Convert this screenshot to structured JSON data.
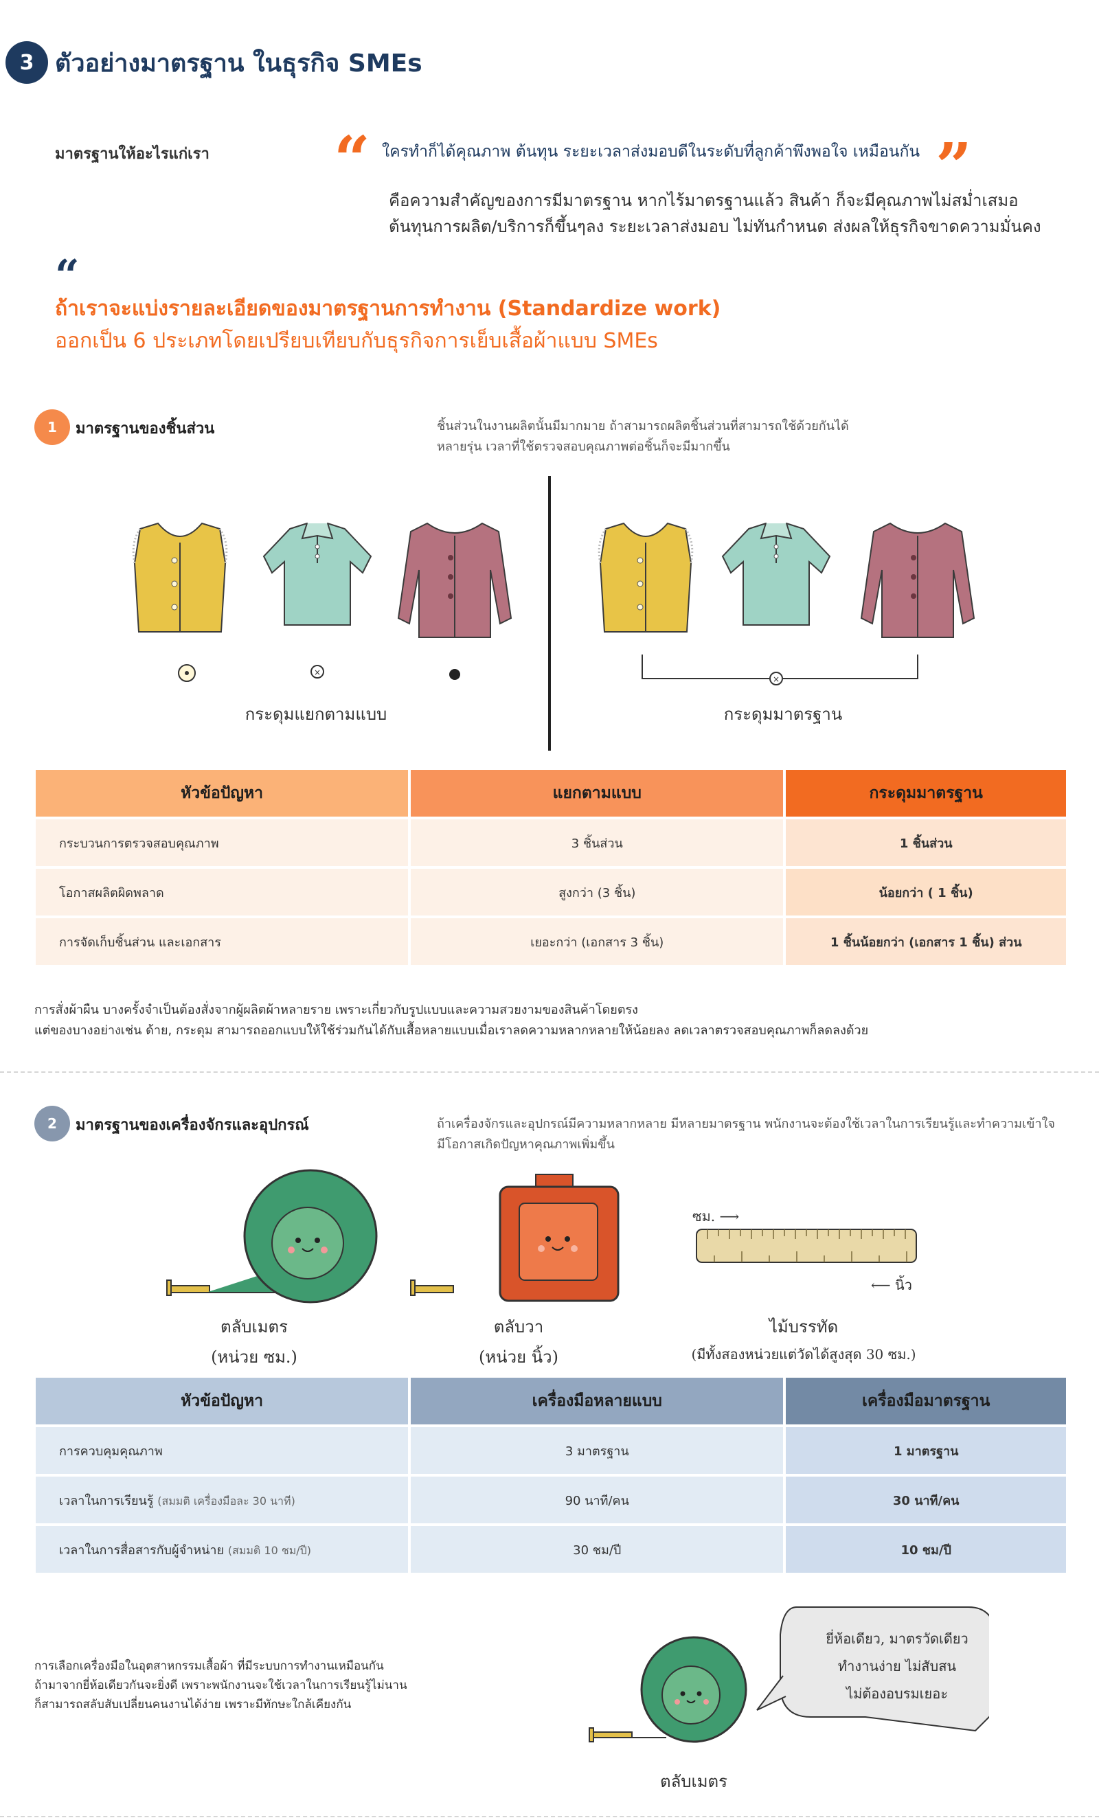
{
  "header": {
    "section_number": "3",
    "title": "ตัวอย่างมาตรฐาน ในธุรกิจ SMEs"
  },
  "intro": {
    "label": "มาตรฐานให้อะไรแก่เรา",
    "quote": "ใครทำก็ได้คุณภาพ ต้นทุน ระยะเวลาส่งมอบดีในระดับที่ลูกค้าพึงพอใจ เหมือนกัน",
    "body_lines": [
      "คือความสำคัญของการมีมาตรฐาน หากไร้มาตรฐานแล้ว สินค้า ก็จะมีคุณภาพไม่สม่ำเสมอ",
      "ต้นทุนการผลิต/บริการก็ขึ้นๆลง ระยะเวลาส่งมอบ ไม่ทันกำหนด ส่งผลให้ธุรกิจขาดความมั่นคง"
    ]
  },
  "standardize": {
    "line1": "ถ้าเราจะแบ่งรายละเอียดของมาตรฐานการทำงาน (Standardize work)",
    "line2": "ออกเป็น 6 ประเภทโดยเปรียบเทียบกับธุรกิจการเย็บเสื้อผ้าแบบ SMEs"
  },
  "section1": {
    "number": "1",
    "title": "มาตรฐานของชิ้นส่วน",
    "desc_lines": [
      "ชิ้นส่วนในงานผลิตนั้นมีมากมาย ถ้าสามารถผลิตชิ้นส่วนที่สามารถใช้ด้วยกันได้",
      "หลายรุ่น เวลาที่ใช้ตรวจสอบคุณภาพต่อชิ้นก็จะมีมากขึ้น"
    ],
    "caption_left": "กระดุมแยกตามแบบ",
    "caption_right": "กระดุมมาตรฐาน",
    "table": {
      "headers": [
        "หัวข้อปัญหา",
        "แยกตามแบบ",
        "กระดุมมาตรฐาน"
      ],
      "rows": [
        [
          "กระบวนการตรวจสอบคุณภาพ",
          "3 ชิ้นส่วน",
          "1 ชิ้นส่วน"
        ],
        [
          "โอกาสผลิตผิดพลาด",
          "สูงกว่า (3 ชิ้น)",
          "น้อยกว่า ( 1 ชิ้น)"
        ],
        [
          "การจัดเก็บชิ้นส่วน และเอกสาร",
          "เยอะกว่า (เอกสาร 3 ชิ้น)",
          "1 ชิ้นน้อยกว่า (เอกสาร 1 ชิ้น) ส่วน"
        ]
      ]
    },
    "note_lines": [
      "การสั่งผ้าผืน บางครั้งจำเป็นต้องสั่งจากผู้ผลิตผ้าหลายราย เพราะเกี่ยวกับรูปแบบและความสวยงามของสินค้าโดยตรง",
      "แต่ของบางอย่างเช่น ด้าย, กระดุม สามารถออกแบบให้ใช้ร่วมกันได้กับเสื้อหลายแบบเมื่อเราลดความหลากหลายให้น้อยลง ลดเวลาตรวจสอบคุณภาพก็ลดลงด้วย"
    ]
  },
  "section2": {
    "number": "2",
    "title": "มาตรฐานของเครื่องจักรและอุปกรณ์",
    "desc_lines": [
      "ถ้าเครื่องจักรและอุปกรณ์มีความหลากหลาย มีหลายมาตรฐาน พนักงานจะต้องใช้เวลาในการเรียนรู้และทำความเข้าใจ",
      "มีโอกาสเกิดปัญหาคุณภาพเพิ่มขึ้น"
    ],
    "tools": [
      {
        "name": "ตลับเมตร",
        "unit": "(หน่วย  ซม.)"
      },
      {
        "name": "ตลับวา",
        "unit": "(หน่วย  นิ้ว)"
      },
      {
        "name": "ไม้บรรทัด",
        "unit": "(มีทั้งสองหน่วยแต่วัดได้สูงสุด  30 ซม.)"
      }
    ],
    "ruler_mm_label": "ซม. ⟶",
    "ruler_inch_label": "⟵ นิ้ว",
    "table": {
      "headers": [
        "หัวข้อปัญหา",
        "เครื่องมือหลายแบบ",
        "เครื่องมือมาตรฐาน"
      ],
      "rows": [
        {
          "topic": "การควบคุมคุณภาพ",
          "note": "",
          "multi": "3 มาตรฐาน",
          "standard": "1 มาตรฐาน"
        },
        {
          "topic": "เวลาในการเรียนรู้",
          "note": "(สมมติ เครื่องมือละ  30 นาที)",
          "multi": "90 นาที/คน",
          "standard": "30 นาที/คน"
        },
        {
          "topic": "เวลาในการสื่อสารกับผู้จำหน่าย",
          "note": "(สมมติ 10 ชม/ปี)",
          "multi": "30 ชม/ปี",
          "standard": "10 ชม/ปี"
        }
      ]
    },
    "note_lines": [
      "การเลือกเครื่องมือในอุตสาหกรรมเสื้อผ้า ที่มีระบบการทำงานเหมือนกัน",
      "ถ้ามาจากยี่ห้อเดียวกันจะยิ่งดี เพราะพนักงานจะใช้เวลาในการเรียนรู้ไม่นาน",
      "ก็สามารถสลับสับเปลี่ยนคนงานได้ง่าย เพราะมีทักษะใกล้เคียงกัน"
    ],
    "bubble_lines": [
      "ยี่ห้อเดียว, มาตรวัดเดียว",
      "ทำงานง่าย   ไม่สับสน",
      "ไม่ต้องอบรมเยอะ"
    ],
    "mascot_caption": "ตลับเมตร"
  },
  "colors": {
    "navy": "#1e3a5f",
    "orange": "#f26b21",
    "yellow_shirt": "#e8c447",
    "mint_shirt": "#9fd3c5",
    "mauve_shirt": "#b5727f",
    "tape_green": "#3f9b6f",
    "tape_orange": "#d9542a"
  }
}
